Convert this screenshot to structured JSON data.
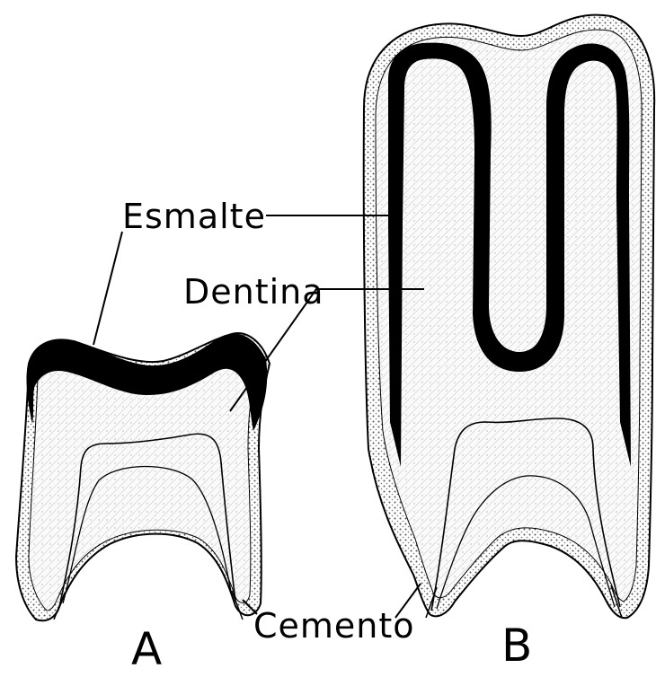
{
  "labels": {
    "esmalte": "Esmalte",
    "dentina": "Dentina",
    "cemento": "Cemento",
    "panel_a": "A",
    "panel_b": "B"
  },
  "colors": {
    "ink": "#000000",
    "paper": "#ffffff",
    "dentin_fill": "#f4f4f4"
  }
}
